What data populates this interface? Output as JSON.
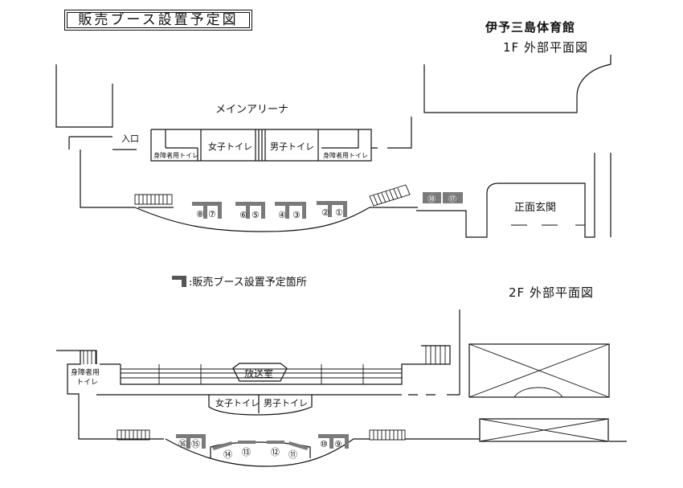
{
  "title": "販売ブース設置予定図",
  "venue": "伊予三島体育館",
  "floor1_label": "1F 外部平面図",
  "floor2_label": "2F 外部平面図",
  "legend": {
    "text": ":販売ブース設置予定箇所",
    "color": "#555555"
  },
  "floor1": {
    "main_arena": "メインアリーナ",
    "entrance": "入口",
    "accessible_toilet_left": "身障者用トイレ",
    "womens_toilet": "女子トイレ",
    "mens_toilet": "男子トイレ",
    "accessible_toilet_right": "身障者用トイレ",
    "main_entrance": "正面玄関",
    "booths": [
      "⑧",
      "⑦",
      "⑥",
      "⑤",
      "④",
      "③",
      "②",
      "①",
      "⑱",
      "⑰"
    ]
  },
  "floor2": {
    "accessible_toilet_line1": "身障者用",
    "accessible_toilet_line2": "トイレ",
    "broadcast_room": "放送室",
    "womens_toilet": "女子トイレ",
    "mens_toilet": "男子トイレ",
    "booths": [
      "⑯",
      "⑮",
      "⑭",
      "⑬",
      "⑫",
      "⑪",
      "⑩",
      "⑨"
    ]
  }
}
